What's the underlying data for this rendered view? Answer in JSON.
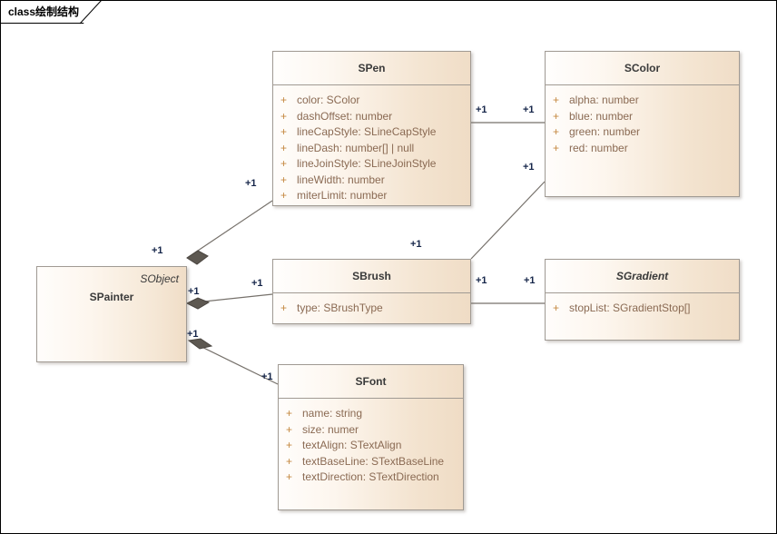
{
  "diagram": {
    "tab_label_prefix": "class",
    "tab_label_name": "绘制结构",
    "background": "#ffffff",
    "line_color": "#76716b",
    "border_color": "#a09a93",
    "header_text_color": "#3a3a3a",
    "member_text_color": "#8a6a53",
    "visibility_color": "#c4873f",
    "multiplicity_color": "#16264a",
    "fill_gradient_start": "#fffdfb",
    "fill_gradient_end": "#efdcc5"
  },
  "classes": {
    "spainter": {
      "name": "SPainter",
      "stereotype": "SObject",
      "abstract": false,
      "members": []
    },
    "spen": {
      "name": "SPen",
      "abstract": false,
      "members": [
        {
          "vis": "+",
          "text": "color: SColor"
        },
        {
          "vis": "+",
          "text": "dashOffset: number"
        },
        {
          "vis": "+",
          "text": "lineCapStyle: SLineCapStyle"
        },
        {
          "vis": "+",
          "text": "lineDash: number[] | null"
        },
        {
          "vis": "+",
          "text": "lineJoinStyle: SLineJoinStyle"
        },
        {
          "vis": "+",
          "text": "lineWidth: number"
        },
        {
          "vis": "+",
          "text": "miterLimit: number"
        }
      ]
    },
    "scolor": {
      "name": "SColor",
      "abstract": false,
      "members": [
        {
          "vis": "+",
          "text": "alpha: number"
        },
        {
          "vis": "+",
          "text": "blue: number"
        },
        {
          "vis": "+",
          "text": "green: number"
        },
        {
          "vis": "+",
          "text": "red: number"
        }
      ]
    },
    "sbrush": {
      "name": "SBrush",
      "abstract": false,
      "members": [
        {
          "vis": "+",
          "text": "type: SBrushType"
        }
      ]
    },
    "sgradient": {
      "name": "SGradient",
      "abstract": true,
      "members": [
        {
          "vis": "+",
          "text": "stopList: SGradientStop[]"
        }
      ]
    },
    "sfont": {
      "name": "SFont",
      "abstract": false,
      "members": [
        {
          "vis": "+",
          "text": "name: string"
        },
        {
          "vis": "+",
          "text": "size: numer"
        },
        {
          "vis": "+",
          "text": "textAlign: STextAlign"
        },
        {
          "vis": "+",
          "text": "textBaseLine: STextBaseLine"
        },
        {
          "vis": "+",
          "text": "textDirection: STextDirection"
        }
      ]
    }
  },
  "multiplicities": {
    "painter_pen_source": "+1",
    "painter_pen_target": "+1",
    "painter_brush_source": "+1",
    "painter_brush_target": "+1",
    "painter_font_source": "+1",
    "painter_font_target": "+1",
    "pen_color_source": "+1",
    "pen_color_target": "+1",
    "brush_color_source": "+1",
    "brush_color_target": "+1",
    "brush_gradient_source": "+1",
    "brush_gradient_target": "+1"
  }
}
